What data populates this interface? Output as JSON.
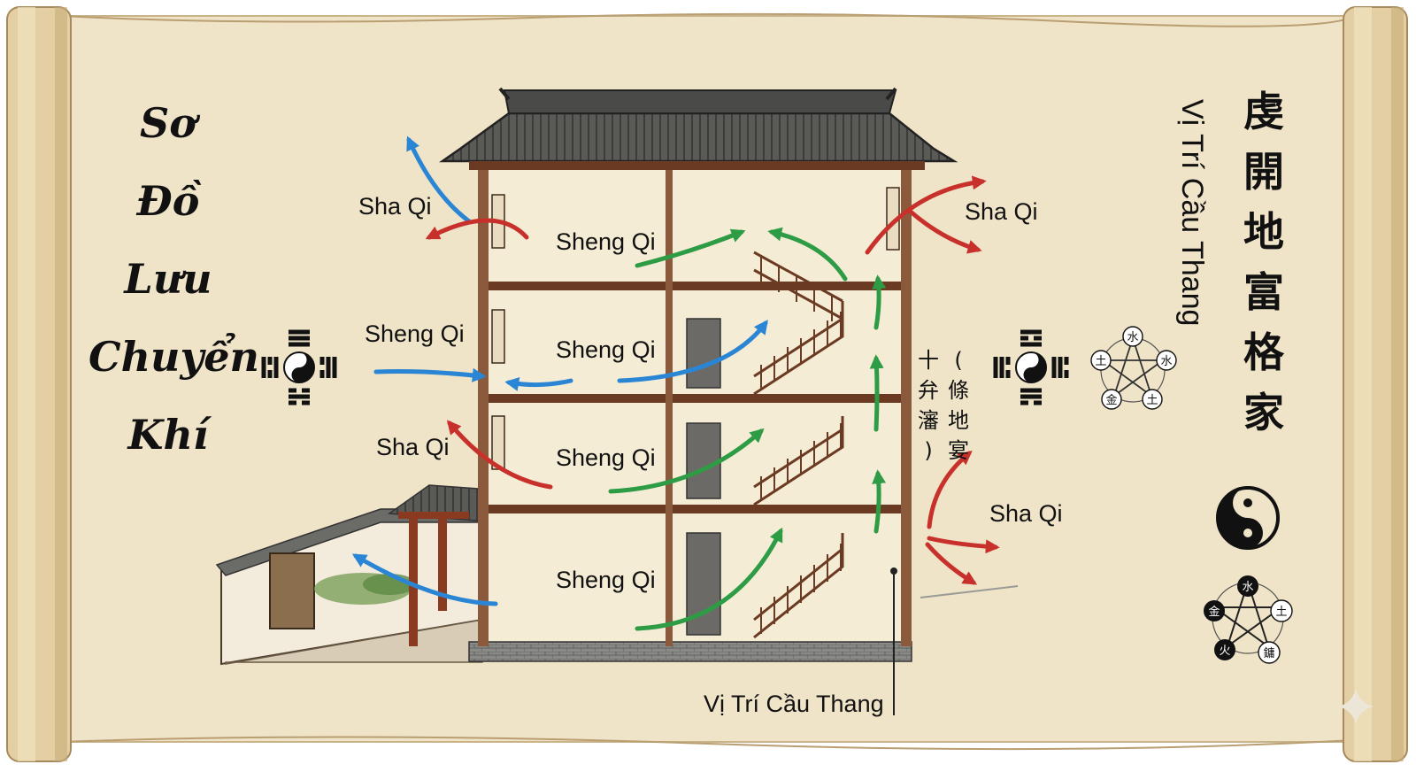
{
  "title_lines": [
    "Sơ",
    "Đồ",
    "Lưu",
    "Chuyển",
    "Khí"
  ],
  "right_cjk_column": [
    "虔",
    "開",
    "地",
    "富",
    "格",
    "家"
  ],
  "right_side_label": "Vị Trí Cầu Thang",
  "center_cjk": {
    "column_right": [
      "(",
      "條",
      "地",
      "宴"
    ],
    "column_left": [
      "十",
      "弁",
      "瀋",
      ")"
    ]
  },
  "flow_labels": {
    "sha_qi_top_left": "Sha Qi",
    "sheng_qi_top": "Sheng Qi",
    "sha_qi_top_right": "Sha Qi",
    "sheng_qi_outside_left": "Sheng Qi",
    "sheng_qi_floor3": "Sheng Qi",
    "sha_qi_mid_left": "Sha Qi",
    "sheng_qi_floor2": "Sheng Qi",
    "sha_qi_mid_right": "Sha Qi",
    "sheng_qi_ground": "Sheng Qi"
  },
  "stair_label": "Vị Trí Cầu Thang",
  "wuxing_top": [
    "水",
    "水",
    "土",
    "金",
    "土"
  ],
  "wuxing_bottom": [
    "水",
    "土",
    "鏞",
    "火",
    "金"
  ],
  "icons": [
    "yin-yang-bagua-left",
    "yin-yang-bagua-right",
    "yin-yang-brush",
    "five-elements-wheel",
    "sparkle-watermark"
  ],
  "colors": {
    "parchment": "#efe3c8",
    "wood": "#6b3a22",
    "roof": "#4a4a48",
    "sheng_green": "#2e9b45",
    "sheng_blue": "#2a86d4",
    "sha_red": "#c8312b"
  }
}
